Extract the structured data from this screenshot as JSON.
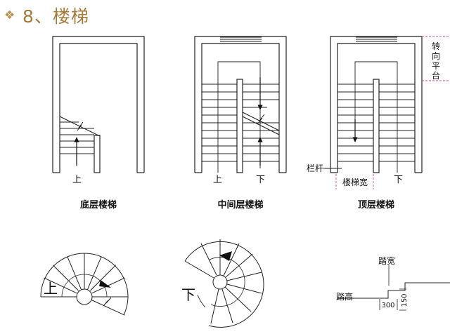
{
  "header": {
    "bullet_icon": "diamond-cluster-icon",
    "title": "8、楼梯"
  },
  "plans": [
    {
      "caption": "底层楼梯",
      "labels": {
        "up": "上"
      }
    },
    {
      "caption": "中间层楼梯",
      "labels": {
        "up": "上",
        "down": "下"
      }
    },
    {
      "caption": "顶层楼梯",
      "labels": {
        "down": "下",
        "railing": "栏杆",
        "stair_width": "楼梯宽"
      },
      "landing_label": [
        "转",
        "向",
        "平",
        "台"
      ]
    }
  ],
  "spirals": [
    {
      "label": "上"
    },
    {
      "label": "下"
    }
  ],
  "step_detail": {
    "tread_label": "踏宽",
    "riser_label": "踏高",
    "tread_value": "300",
    "riser_value": "150"
  },
  "colors": {
    "heading": "#a57b3c",
    "bullet": "#b6924e",
    "line": "#222222",
    "dim": "#d04a8a"
  }
}
